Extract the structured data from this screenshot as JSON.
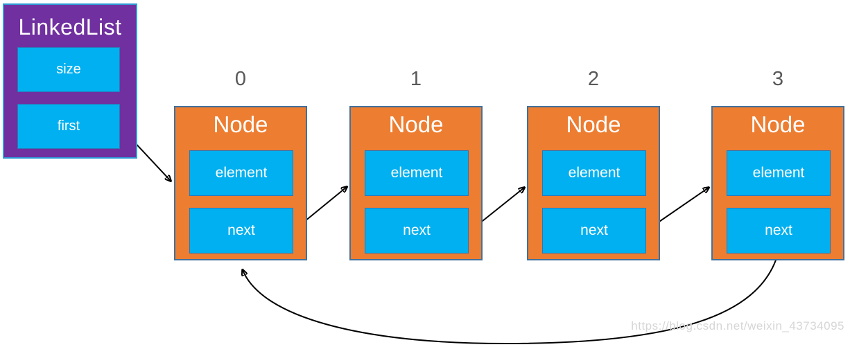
{
  "linked_list": {
    "title": "LinkedList",
    "size_label": "size",
    "first_label": "first"
  },
  "nodes": [
    {
      "index": "0",
      "title": "Node",
      "element_label": "element",
      "next_label": "next"
    },
    {
      "index": "1",
      "title": "Node",
      "element_label": "element",
      "next_label": "next"
    },
    {
      "index": "2",
      "title": "Node",
      "element_label": "element",
      "next_label": "next"
    },
    {
      "index": "3",
      "title": "Node",
      "element_label": "element",
      "next_label": "next"
    }
  ],
  "arrows": [
    {
      "name": "first-to-node0",
      "from": "linkedlist.first",
      "to": "node-0"
    },
    {
      "name": "node0-next-to-node1",
      "from": "node-0.next",
      "to": "node-1"
    },
    {
      "name": "node1-next-to-node2",
      "from": "node-1.next",
      "to": "node-2"
    },
    {
      "name": "node2-next-to-node3",
      "from": "node-2.next",
      "to": "node-3"
    },
    {
      "name": "node3-next-loop-to-node0",
      "from": "node-3.next",
      "to": "node-0"
    }
  ],
  "watermark": "https://blog.csdn.net/weixin_43734095",
  "colors": {
    "purple": "#7030A0",
    "orange": "#ED7D31",
    "cyan": "#00B0F0",
    "list_border": "#2E9BD5",
    "node_border": "#41719C",
    "field_border": "#2E75B6",
    "index_text": "#595959",
    "arrow": "#000000",
    "watermark_text": "#D6D6D6",
    "text_light": "#FFFFFF"
  }
}
